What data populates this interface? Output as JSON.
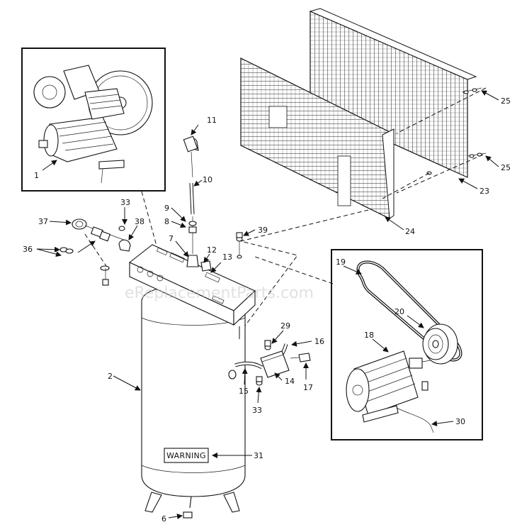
{
  "diagram": {
    "warning_label": "WARNING",
    "watermark": "eReplacementParts.com",
    "callouts": [
      "1",
      "2",
      "6",
      "7",
      "8",
      "9",
      "10",
      "11",
      "12",
      "13",
      "14",
      "15",
      "16",
      "17",
      "18",
      "19",
      "20",
      "23",
      "24",
      "25",
      "29",
      "30",
      "31",
      "33",
      "36",
      "37",
      "38",
      "39"
    ]
  },
  "callouts": {
    "c1": "1",
    "c2": "2",
    "c6": "6",
    "c7": "7",
    "c8": "8",
    "c9": "9",
    "c10": "10",
    "c11": "11",
    "c12": "12",
    "c13": "13",
    "c14": "14",
    "c15": "15",
    "c16": "16",
    "c17": "17",
    "c18": "18",
    "c19": "19",
    "c20": "20",
    "c23": "23",
    "c24": "24",
    "c25a": "25",
    "c25b": "25",
    "c29": "29",
    "c30": "30",
    "c31": "31",
    "c33a": "33",
    "c33b": "33",
    "c36": "36",
    "c37": "37",
    "c38": "38",
    "c39": "39"
  }
}
